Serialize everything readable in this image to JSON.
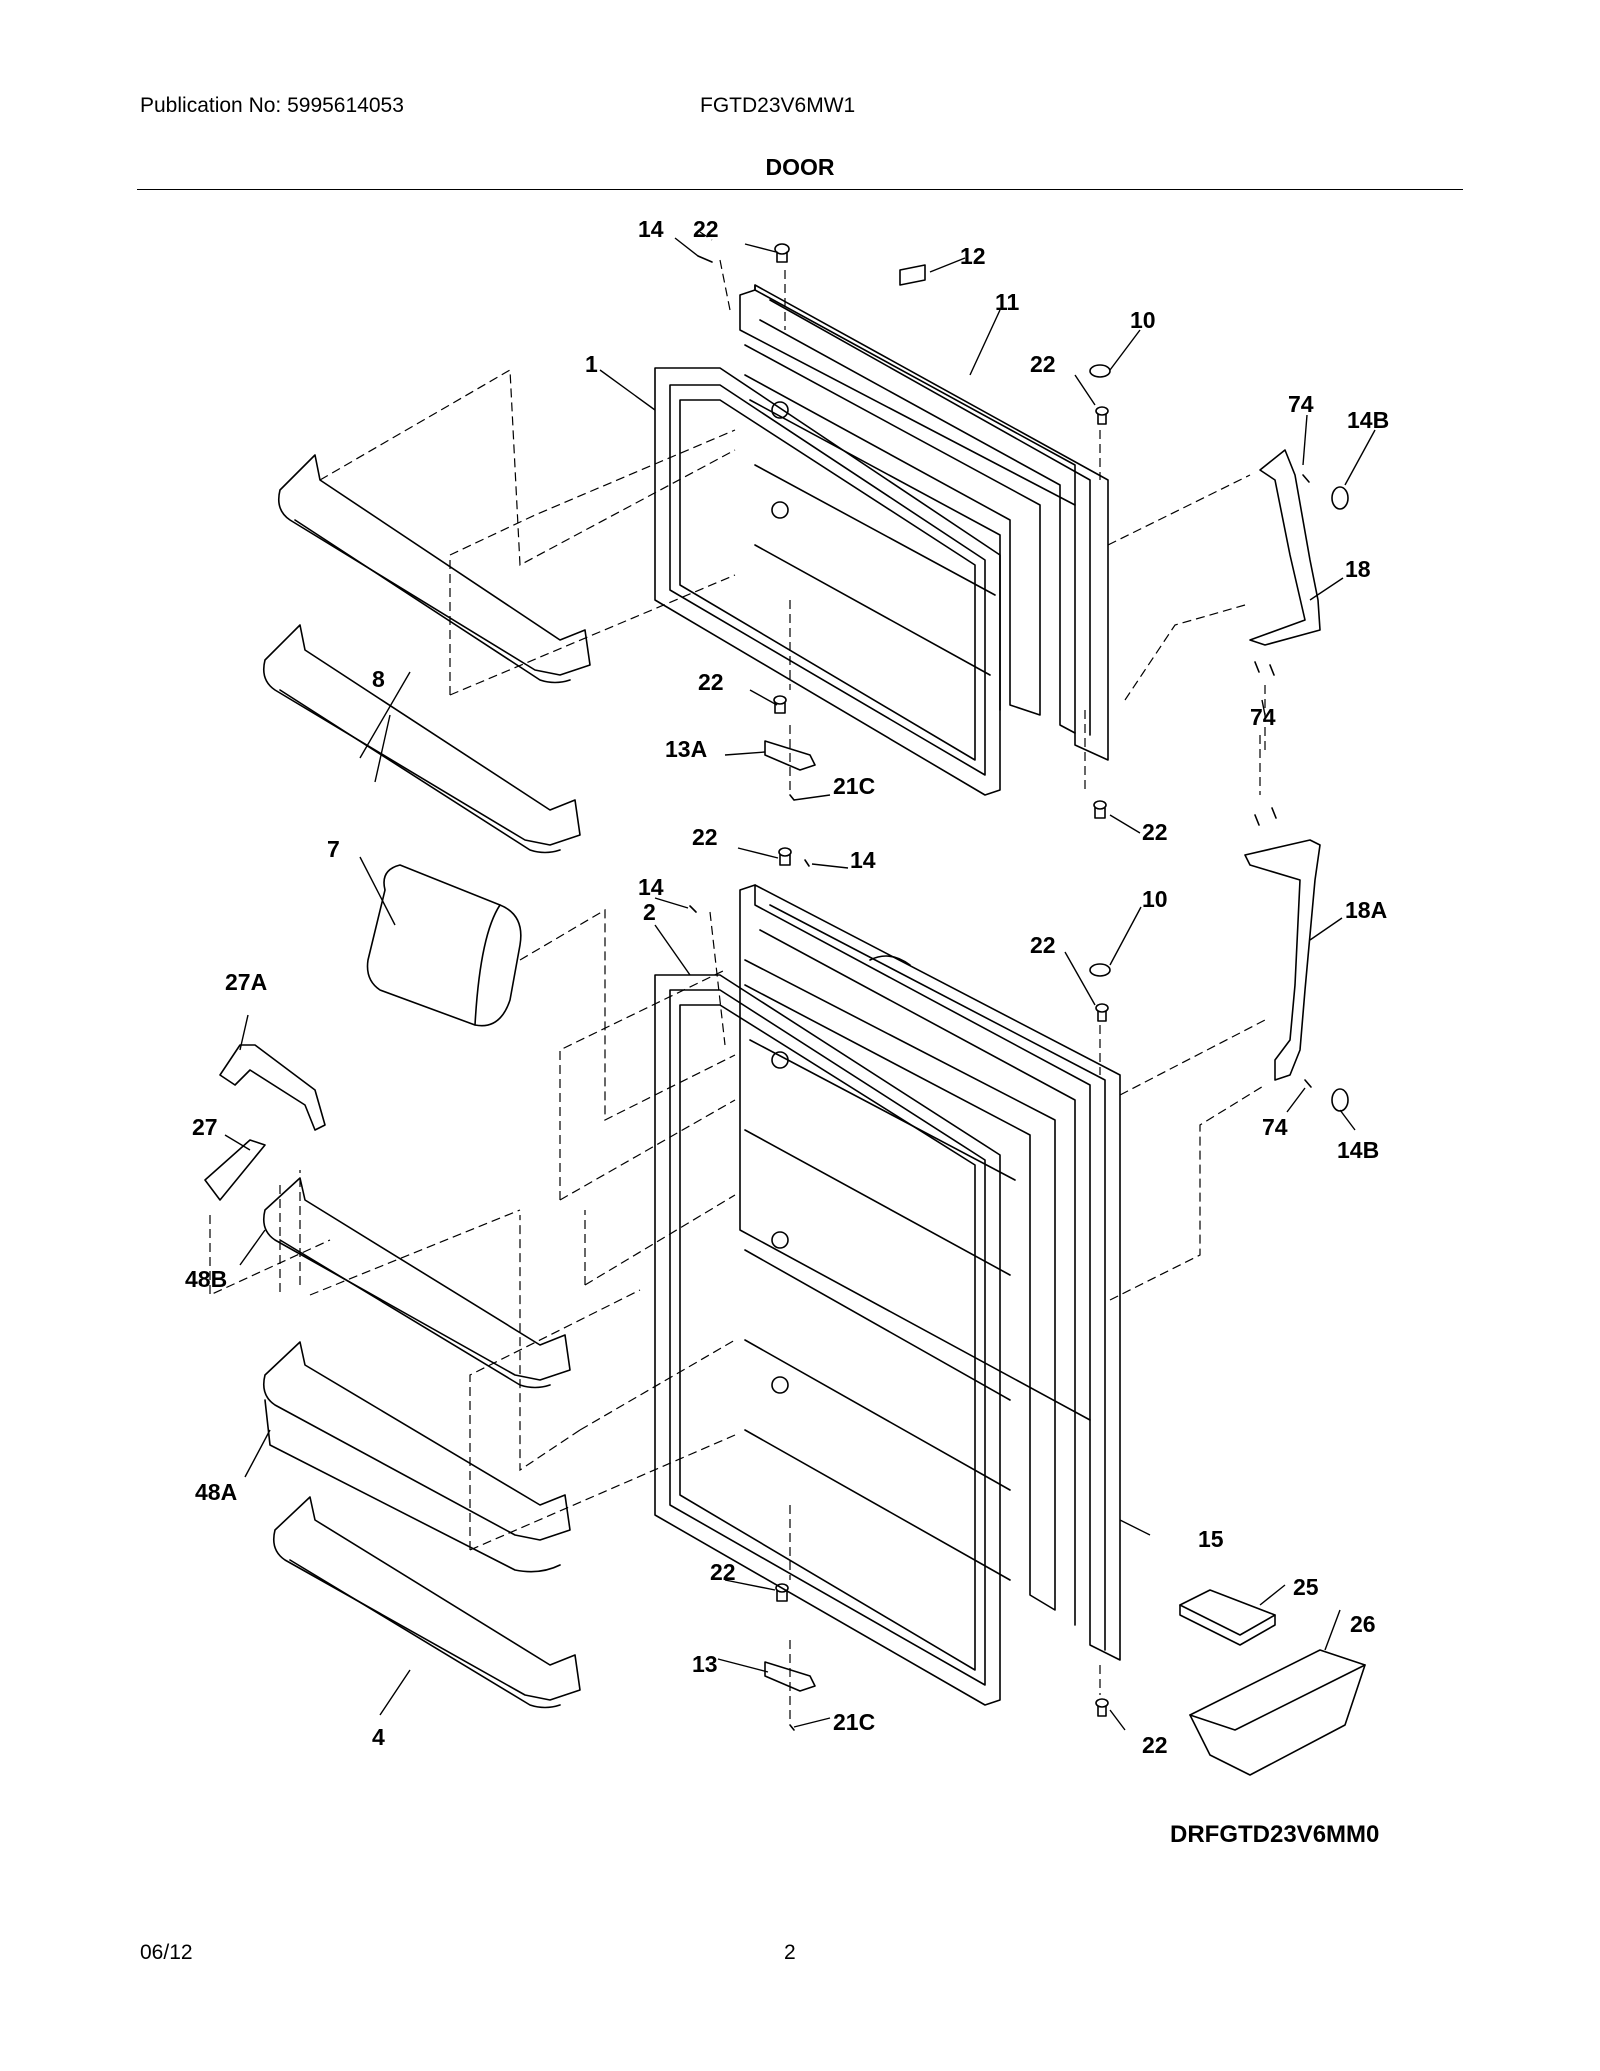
{
  "header": {
    "publication": "Publication No: 5995614053",
    "model": "FGTD23V6MW1",
    "section_title": "DOOR"
  },
  "diagram": {
    "code": "DRFGTD23V6MM0",
    "callouts": {
      "p14_top": "14",
      "p22_top": "22",
      "p12": "12",
      "p11": "11",
      "p10_top": "10",
      "p22_mid": "22",
      "p74_top": "74",
      "p14b_top": "14B",
      "p1": "1",
      "p18": "18",
      "p8": "8",
      "p22_fz_bot": "22",
      "p74_mid": "74",
      "p13a": "13A",
      "p21c_top": "21C",
      "p22_fz_hinge": "22",
      "p22_ff_top": "22",
      "p14_ff_top": "14",
      "p7": "7",
      "p14_ff": "14",
      "p10_ff": "10",
      "p2": "2",
      "p22_ff_mid": "22",
      "p18a": "18A",
      "p27a": "27A",
      "p27": "27",
      "p74_bot": "74",
      "p14b_bot": "14B",
      "p48b": "48B",
      "p48a": "48A",
      "p15": "15",
      "p25": "25",
      "p26": "26",
      "p22_ff_bot": "22",
      "p13": "13",
      "p22_ff_hinge": "22",
      "p21c_bot": "21C",
      "p4": "4"
    }
  },
  "footer": {
    "date": "06/12",
    "page": "2"
  }
}
